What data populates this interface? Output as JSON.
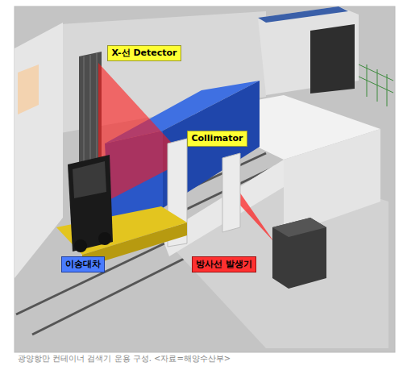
{
  "diagram": {
    "caption": "광양항만 컨테이너 검색기 운용 구성. <자료=해양수산부>",
    "nodes": [
      {
        "text": [
          "X-선 Detector"
        ]
      },
      {
        "text": [
          "Collimator"
        ]
      },
      {
        "text": [
          "이송대차"
        ]
      },
      {
        "text": [
          "방사선 발생기"
        ]
      }
    ]
  }
}
